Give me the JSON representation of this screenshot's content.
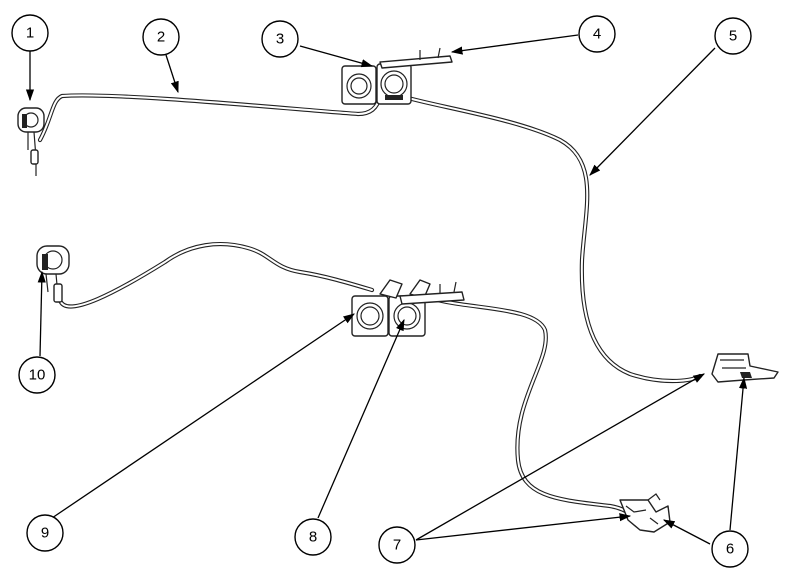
{
  "callouts": [
    {
      "id": "1",
      "label": "1"
    },
    {
      "id": "2",
      "label": "2"
    },
    {
      "id": "3",
      "label": "3"
    },
    {
      "id": "4",
      "label": "4"
    },
    {
      "id": "5",
      "label": "5"
    },
    {
      "id": "6",
      "label": "6"
    },
    {
      "id": "7",
      "label": "7"
    },
    {
      "id": "8",
      "label": "8"
    },
    {
      "id": "9",
      "label": "9"
    },
    {
      "id": "10",
      "label": "10"
    }
  ],
  "colors": {
    "line": "#222222",
    "background": "#ffffff"
  }
}
